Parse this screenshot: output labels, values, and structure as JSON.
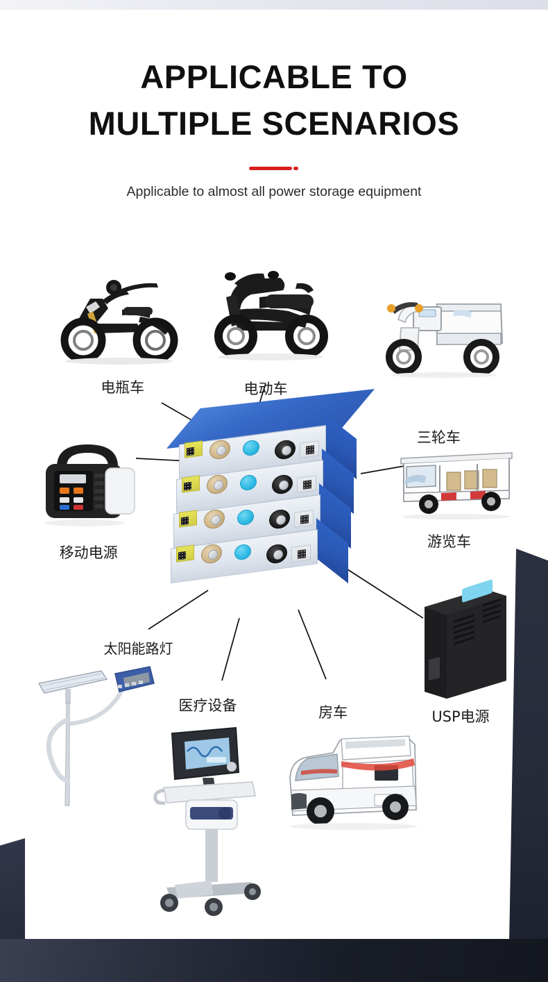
{
  "header": {
    "title_line1": "APPLICABLE TO",
    "title_line2": "MULTIPLE SCENARIOS",
    "subtitle": "Applicable to almost all power storage equipment",
    "accent_color": "#d81e1e"
  },
  "scene": {
    "center_product": {
      "name": "battery-cell-stack",
      "cell_count": 4,
      "body_color": "#2d5ab4",
      "face_color": "#e6ecf3",
      "positive_terminal_color": "#d2b98c",
      "vent_color": "#32bce6",
      "negative_terminal_color": "#1f1f1f",
      "left_label_color": "#dcd84e",
      "right_label_color": "#dfe3e8"
    },
    "nodes": [
      {
        "id": "e-bike",
        "icon": "electric-bicycle-icon",
        "label": "电瓶车"
      },
      {
        "id": "e-scooter",
        "icon": "electric-scooter-icon",
        "label": "电动车"
      },
      {
        "id": "e-tricycle",
        "icon": "cargo-tricycle-icon",
        "label": "三轮车"
      },
      {
        "id": "power-station",
        "icon": "portable-power-station-icon",
        "label": "移动电源"
      },
      {
        "id": "sightseeing",
        "icon": "sightseeing-car-icon",
        "label": "游览车"
      },
      {
        "id": "solar-light",
        "icon": "solar-street-light-icon",
        "label": "太阳能路灯"
      },
      {
        "id": "ups",
        "icon": "ups-power-supply-icon",
        "label": "USP电源"
      },
      {
        "id": "medical",
        "icon": "medical-equipment-cart-icon",
        "label": "医疗设备"
      },
      {
        "id": "rv",
        "icon": "recreational-vehicle-icon",
        "label": "房车"
      }
    ]
  },
  "decor": {
    "top_strip_color": "#e6e8ef",
    "dark_panel_color": "#262b3a",
    "bottom_band_color": "#191d28"
  }
}
